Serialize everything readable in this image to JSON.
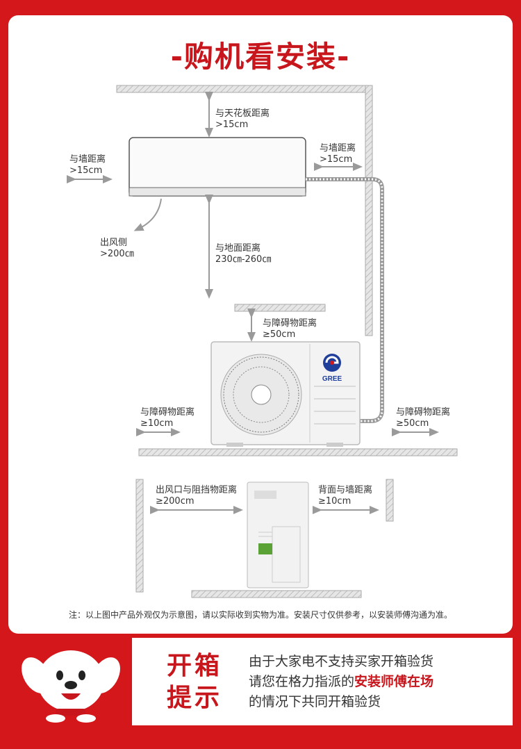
{
  "title": "-购机看安装-",
  "indoor": {
    "ceiling": [
      "与天花板距离",
      ">15cm"
    ],
    "wall_left": [
      "与墙距离",
      ">15cm"
    ],
    "wall_right": [
      "与墙距离",
      ">15cm"
    ],
    "outlet": [
      "出风侧",
      ">200㎝"
    ],
    "floor": [
      "与地面距离",
      "230㎝-260㎝"
    ]
  },
  "outdoor": {
    "brand": "GREE",
    "top": [
      "与障碍物距离",
      "≥50cm"
    ],
    "left": [
      "与障碍物距离",
      "≥10cm"
    ],
    "right": [
      "与障碍物距离",
      "≥50cm"
    ]
  },
  "side_view": {
    "outlet": [
      "出风口与阻挡物距离",
      "≥200cm"
    ],
    "back": [
      "背面与墙距离",
      "≥10cm"
    ]
  },
  "note": "注：以上图中产品外观仅为示意图，请以实际收到实物为准。安装尺寸仅供参考，以安装师傅沟通为准。",
  "notice": {
    "heading": [
      "开箱",
      "提示"
    ],
    "line1": "由于大家电不支持买家开箱验货",
    "line2_pre": "请您在格力指派的",
    "line2_highlight": "安装师傅在场",
    "line3": "的情况下共同开箱验货"
  },
  "colors": {
    "brand_red": "#c8161d",
    "frame_red": "#d3171b"
  }
}
